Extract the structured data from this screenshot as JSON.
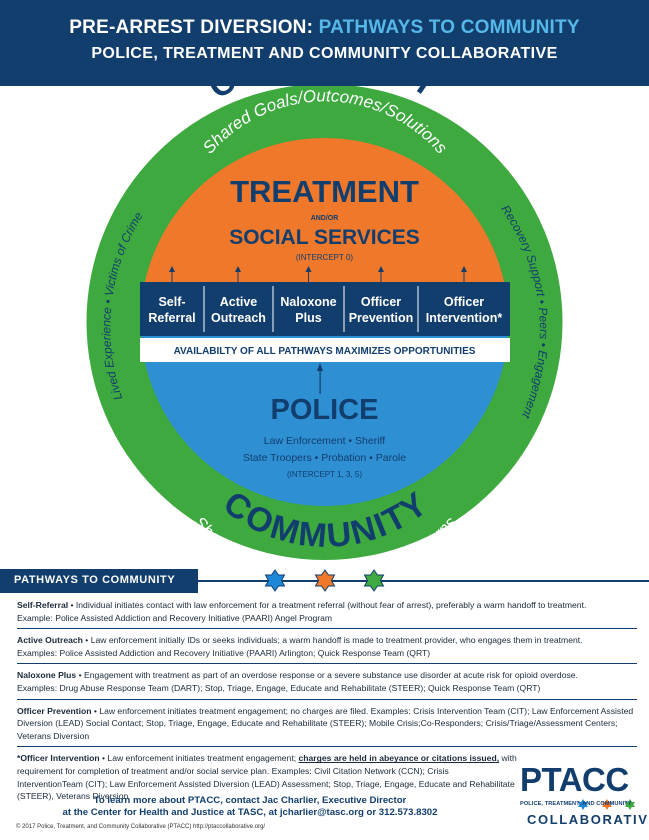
{
  "header": {
    "title_main": "PRE-ARREST DIVERSION:",
    "title_highlight": "PATHWAYS TO COMMUNITY",
    "subtitle": "POLICE, TREATMENT AND COMMUNITY COLLABORATIVE"
  },
  "diagram": {
    "community_top": "COMMUNITY",
    "community_top_sub": "Shared Goals/Outcomes/Solutions",
    "left_arc": "Lived Experience • Victims of Crime",
    "right_arc": "Recovery Support • Peers • Engagement",
    "treatment_title": "TREATMENT",
    "andor": "AND/OR",
    "social_services": "SOCIAL SERVICES",
    "intercept0": "(INTERCEPT 0)",
    "pathways": [
      {
        "l1": "Self-",
        "l2": "Referral"
      },
      {
        "l1": "Active",
        "l2": "Outreach"
      },
      {
        "l1": "Naloxone",
        "l2": "Plus"
      },
      {
        "l1": "Officer",
        "l2": "Prevention"
      },
      {
        "l1": "Officer",
        "l2": "Intervention*"
      }
    ],
    "availability": "AVAILABILTY OF ALL PATHWAYS MAXIMIZES OPPORTUNITIES",
    "police_title": "POLICE",
    "police_line1": "Law Enforcement • Sheriff",
    "police_line2": "State Troopers • Probation • Parole",
    "police_intercept": "(INTERCEPT 1, 3, 5)",
    "community_bottom": "COMMUNITY",
    "community_bottom_sub": "Shared Problems/Challenges/Concerns"
  },
  "section_label": "PATHWAYS TO COMMUNITY",
  "definitions": [
    {
      "term": "Self-Referral",
      "text": " • Individual initiates contact with law enforcement for a treatment referral (without fear of arrest), preferably a warm handoff to treatment.",
      "example": "Example: Police Assisted Addiction and Recovery Initiative (PAARI) Angel Program"
    },
    {
      "term": "Active Outreach",
      "text": " • Law enforcement initially IDs or seeks individuals; a warm handoff is made to treatment provider, who engages them in treatment.",
      "example": "Examples: Police Assisted Addiction and Recovery Initiative (PAARI) Arlington; Quick Response Team (QRT)"
    },
    {
      "term": "Naloxone Plus",
      "text": " • Engagement with treatment as part of an overdose response or a severe substance use disorder at acute risk for opioid overdose.",
      "example": "Examples: Drug Abuse Response Team (DART); Stop, Triage, Engage, Educate and Rehabilitate (STEER); Quick Response Team (QRT)"
    },
    {
      "term": "Officer Prevention",
      "text": " • Law enforcement initiates treatment engagement; no charges are filed. Examples: Crisis Intervention Team (CIT); Law Enforcement Assisted Diversion (LEAD) Social Contact; Stop, Triage, Engage, Educate and Rehabilitate (STEER); Mobile Crisis;Co-Responders; Crisis/Triage/Assessment Centers; Veterans Diversion",
      "example": ""
    }
  ],
  "last_definition": {
    "term": "*Officer Intervention",
    "text1": " • Law enforcement initiates treatment engagement; ",
    "underlined": "charges are held in abeyance or citations issued,",
    "text2": " with requirement for completion of treatment and/or social service plan. Examples: Civil Citation Network (CCN); Crisis InterventionTeam (CIT); Law Enforcement Assisted Diversion (LEAD) Assessment; Stop, Triage, Engage, Educate and Rehabilitate (STEER), Veterans Diversion"
  },
  "footer": {
    "line1": "To learn more about PTACC, contact Jac Charlier, Executive Director",
    "line2": "at the Center for Health and Justice at TASC, at jcharlier@tasc.org or 312.573.8302",
    "copyright": "© 2017 Police, Treatment, and Community Collaborative (PTACC)     http://ptaccollaborative.org/"
  },
  "logo": {
    "name": "PTACC",
    "tagline": "POLICE, TREATMENT, AND COMMUNITY",
    "collaborative": "COLLABORATIVE"
  },
  "colors": {
    "navy": "#123e6e",
    "green": "#3da93f",
    "orange": "#f0782a",
    "blue": "#2e8fd3",
    "star_blue": "#1e88d8",
    "star_orange": "#f0782a",
    "star_green": "#3da93f"
  }
}
